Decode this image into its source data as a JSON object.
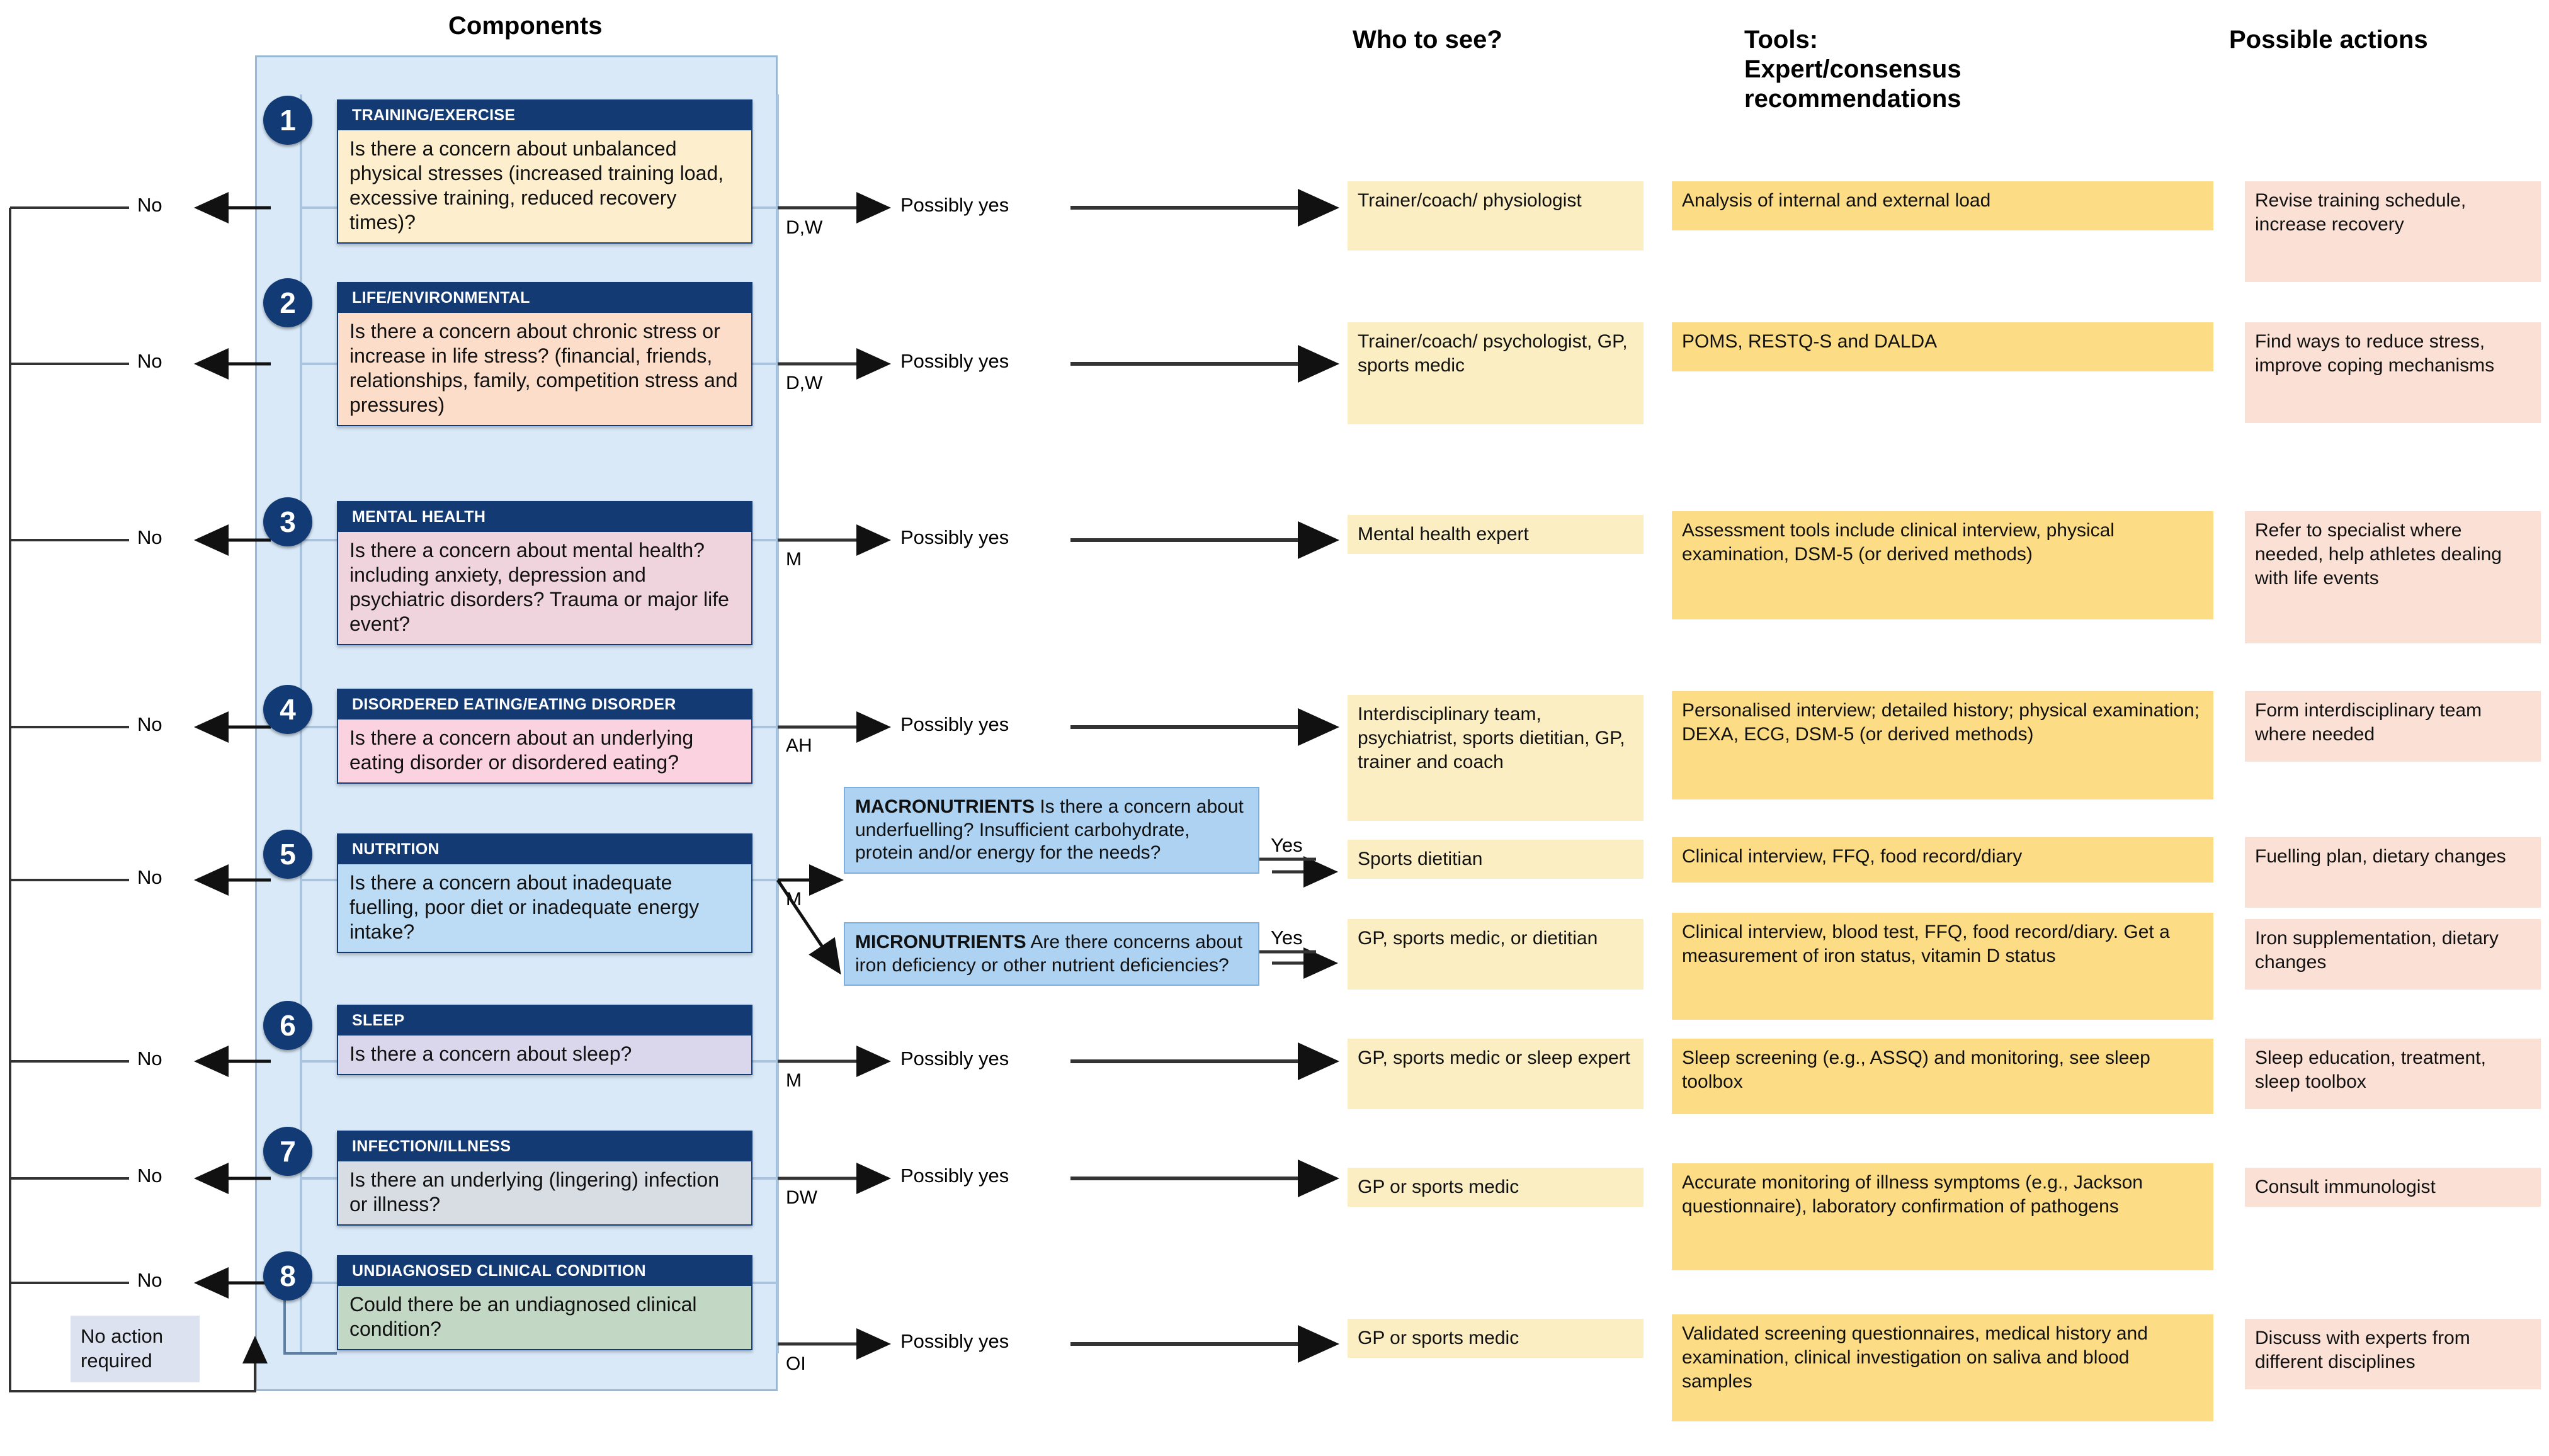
{
  "headers": {
    "components": "Components",
    "who_to_see": "Who to see?",
    "tools": "Tools:\nExpert/consensus\nrecommendations",
    "tools_line1": "Tools:",
    "tools_line2": "Expert/consensus",
    "tools_line3": "recommendations",
    "possible_actions": "Possible actions"
  },
  "labels": {
    "no": "No",
    "yes": "Yes",
    "possibly_yes": "Possibly yes",
    "no_action_required": "No action required"
  },
  "colors": {
    "panel_bg": "#d9e9f8",
    "panel_border": "#9ab8d4",
    "card_header": "#143a73",
    "circle": "#123b75",
    "who_chip": "#fbeec3",
    "tool_chip": "#fcdd86",
    "action_chip": "#fbe1d5",
    "nutrient_box": "#aed2f2",
    "no_action_box": "#dde2f0"
  },
  "components": [
    {
      "number": "1",
      "title": "TRAINING/EXERCISE",
      "question": "Is there a concern about unbalanced physical stresses (increased training load, excessive training, reduced recovery times)?",
      "body_color": "#fdeecd",
      "edge_code": "D,W"
    },
    {
      "number": "2",
      "title": "LIFE/ENVIRONMENTAL",
      "question": "Is there a concern about chronic stress or increase in life stress? (financial, friends, relationships, family, competition stress and pressures)",
      "body_color": "#fbddc9",
      "edge_code": "D,W"
    },
    {
      "number": "3",
      "title": "MENTAL HEALTH",
      "question": "Is there a concern about mental health? including anxiety, depression and psychiatric disorders? Trauma or major life event?",
      "body_color": "#efd3dd",
      "edge_code": "M"
    },
    {
      "number": "4",
      "title": "DISORDERED EATING/EATING DISORDER",
      "question": "Is there a concern about an underlying eating disorder or disordered eating?",
      "body_color": "#fbd3e0",
      "edge_code": "AH"
    },
    {
      "number": "5",
      "title": "NUTRITION",
      "question": "Is there a concern about inadequate fuelling, poor diet  or inadequate energy intake?",
      "body_color": "#bcdcf6",
      "edge_code": "M"
    },
    {
      "number": "6",
      "title": "SLEEP",
      "question": "Is there a concern about sleep?",
      "body_color": "#dad6ec",
      "edge_code": "M"
    },
    {
      "number": "7",
      "title": "INFECTION/ILLNESS",
      "question": "Is there an underlying (lingering) infection or illness?",
      "body_color": "#d8dde4",
      "edge_code": "DW"
    },
    {
      "number": "8",
      "title": "UNDIAGNOSED CLINICAL CONDITION",
      "question": "Could there be an undiagnosed clinical condition?",
      "body_color": "#c3d8c4",
      "edge_code": "OI"
    }
  ],
  "nutrient_boxes": [
    {
      "lead": "MACRONUTRIENTS",
      "text": " Is there a concern about underfuelling? Insufficient carbohydrate, protein and/or energy for the needs?",
      "branch_label": "Yes"
    },
    {
      "lead": "MICRONUTRIENTS",
      "text": " Are there concerns about iron deficiency or other nutrient deficiencies?",
      "branch_label": "Yes"
    }
  ],
  "rows": [
    {
      "who": "Trainer/coach/ physiologist",
      "tool": "Analysis of internal and external load",
      "action": "Revise training schedule, increase recovery"
    },
    {
      "who": "Trainer/coach/ psychologist, GP, sports medic",
      "tool": "POMS, RESTQ-S and DALDA",
      "action": "Find ways to reduce stress, improve coping mechanisms"
    },
    {
      "who": "Mental health expert",
      "tool": "Assessment tools include clinical interview, physical examination, DSM-5 (or derived methods)",
      "action": "Refer to specialist where needed, help athletes dealing with life events"
    },
    {
      "who": "Interdisciplinary team, psychiatrist, sports dietitian, GP, trainer and coach",
      "tool": "Personalised interview; detailed history; physical examination; DEXA, ECG, DSM-5 (or derived methods)",
      "action": "Form interdisciplinary team where needed"
    },
    {
      "who": "Sports dietitian",
      "tool": "Clinical interview, FFQ, food record/diary",
      "action": "Fuelling plan, dietary changes"
    },
    {
      "who": "GP, sports medic, or dietitian",
      "tool": "Clinical interview, blood test, FFQ, food record/diary. Get a measurement of iron status, vitamin D status",
      "action": "Iron supplementation, dietary changes"
    },
    {
      "who": "GP, sports medic or sleep expert",
      "tool": "Sleep screening (e.g., ASSQ) and monitoring, see sleep toolbox",
      "action": "Sleep education, treatment, sleep toolbox"
    },
    {
      "who": "GP or sports medic",
      "tool": "Accurate monitoring of illness symptoms (e.g., Jackson questionnaire), laboratory confirmation of pathogens",
      "action": "Consult immunologist"
    },
    {
      "who": "GP or sports medic",
      "tool": "Validated screening questionnaires, medical history and examination, clinical investigation on saliva and blood samples",
      "action": "Discuss with experts from different disciplines"
    }
  ]
}
